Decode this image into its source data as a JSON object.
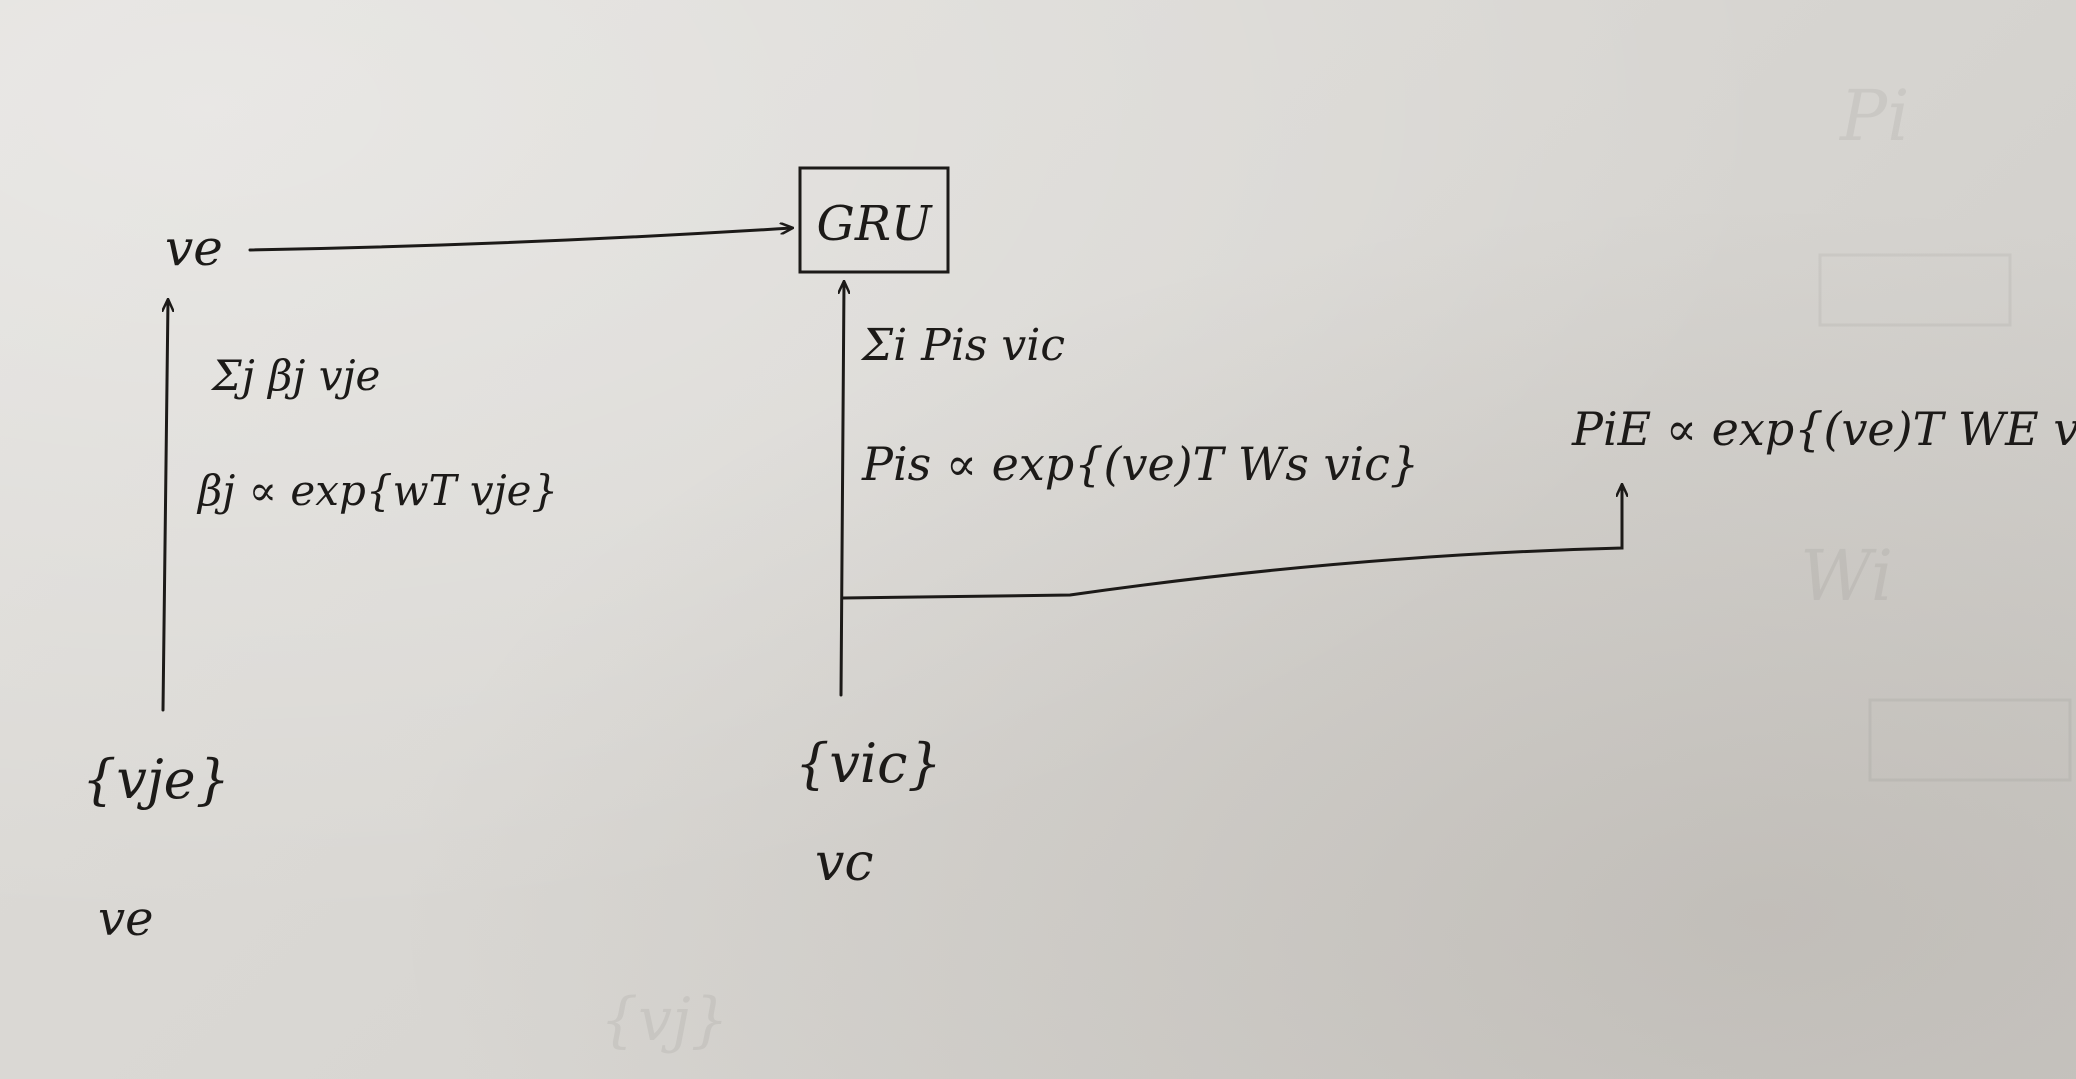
{
  "nodes": {
    "ve_top": "ve",
    "gru": "GRU",
    "vje_set": "{vje}",
    "ve_bottom": "ve",
    "vic_set": "{vic}",
    "vc_bottom": "vc"
  },
  "labels": {
    "sum_beta": "Σj βj vje",
    "beta_def": "βj ∝ exp{wT vje}",
    "sum_p": "Σi Pis vic",
    "ps_def": "Pis ∝ exp{(ve)T Ws vic}",
    "pe_def": "PiE ∝ exp{(ve)T WE vic}"
  },
  "ghost_marks": [
    "Pi",
    "Wi",
    "{vj}"
  ]
}
